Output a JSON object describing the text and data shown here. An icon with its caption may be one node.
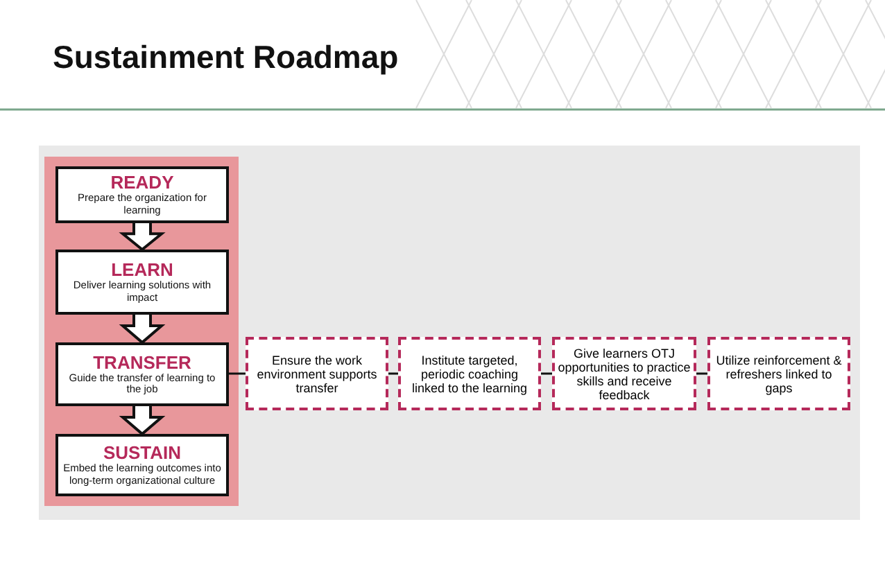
{
  "diagram": {
    "title": "Sustainment Roadmap",
    "nodes": [
      {
        "text": [],
        "shape": "box"
      },
      {
        "text": [
          "READY",
          "Prepare the organization for learning"
        ],
        "in": 0
      },
      {
        "text": [
          "LEARN",
          "Deliver learning solutions with impact"
        ],
        "in": 0
      },
      {
        "text": [
          "TRANSFER",
          "Guide the transfer of learning to the job"
        ],
        "in": 0
      },
      {
        "text": [
          "SUSTAIN",
          "Embed the learning outcomes into long-term organizational culture"
        ],
        "in": 0
      },
      {
        "text": [
          "Ensure the work environment supports transfer"
        ]
      },
      {
        "text": [
          "Institute targeted, periodic coaching linked to the learning"
        ]
      },
      {
        "text": [
          "Give learners OTJ opportunities to practice skills and receive feedback"
        ]
      },
      {
        "text": [
          "Utilize reinforcement & refreshers linked to gaps"
        ]
      }
    ],
    "edges": [
      {
        "from": 1,
        "to": 2,
        "arrow": "to",
        "style": "thick"
      },
      {
        "from": 2,
        "to": 3,
        "arrow": "to",
        "style": "thick"
      },
      {
        "from": 3,
        "to": 4,
        "arrow": "to",
        "style": "thick"
      },
      {
        "from": 3,
        "to": 5,
        "arrow": "none"
      },
      {
        "from": 5,
        "to": 6,
        "arrow": "none"
      },
      {
        "from": 6,
        "to": 7,
        "arrow": "none"
      },
      {
        "from": 7,
        "to": 8,
        "arrow": "none"
      }
    ]
  }
}
